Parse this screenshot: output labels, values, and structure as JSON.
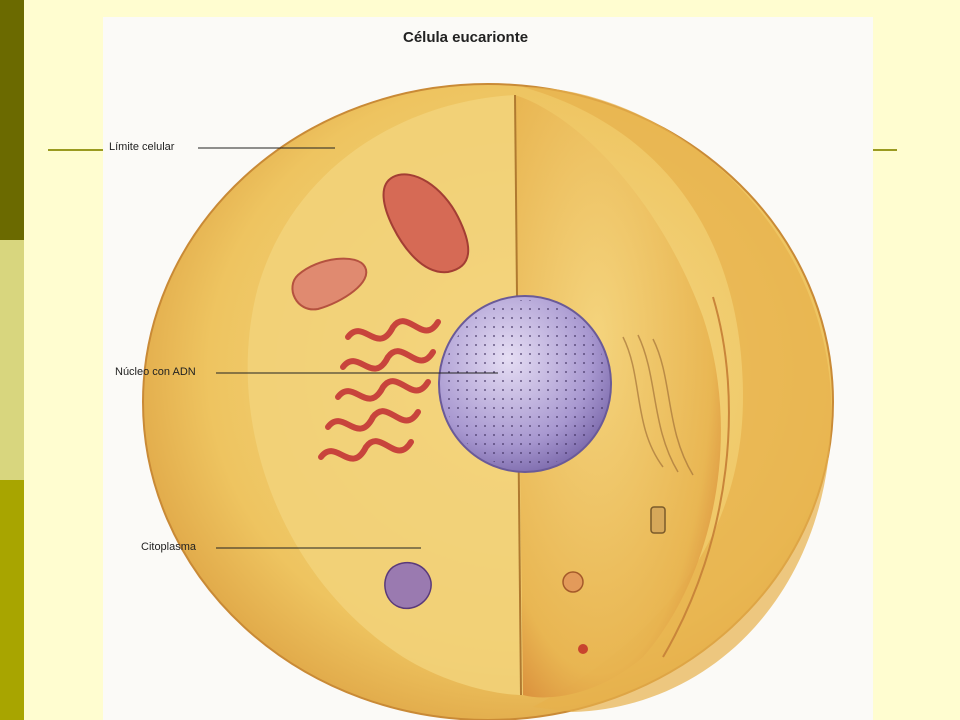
{
  "figure": {
    "title": "Célula eucarionte",
    "labels": {
      "membrane": "Límite celular",
      "nucleus": "Núcleo con ADN",
      "cytoplasm": "Citoplasma"
    }
  },
  "colors": {
    "bar_dark": "#6b6a00",
    "bar_light": "#d8d67e",
    "bar_mid": "#a8a500",
    "slide_background": "#fffdd0",
    "cell_body": "#efc865",
    "cell_cut_face": "#f2d27a",
    "nucleus": "#b6a8d6",
    "organelle_red": "#d0584c"
  }
}
